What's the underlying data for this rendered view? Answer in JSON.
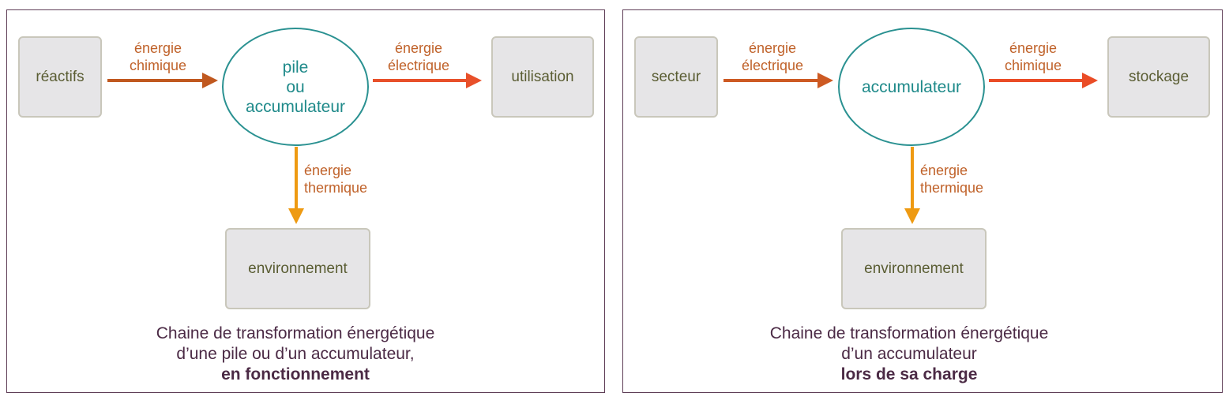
{
  "panels": [
    {
      "source_box": "réactifs",
      "center": [
        "pile",
        "ou",
        "accumulateur"
      ],
      "target_box": "utilisation",
      "env_box": "environnement",
      "in_label": [
        "énergie",
        "chimique"
      ],
      "out_label": [
        "énergie",
        "électrique"
      ],
      "down_label": [
        "énergie",
        "thermique"
      ],
      "caption": [
        "Chaine de transformation énergétique",
        "d’une pile ou d’un accumulateur,",
        "en fonctionnement"
      ]
    },
    {
      "source_box": "secteur",
      "center": [
        "accumulateur"
      ],
      "target_box": "stockage",
      "env_box": "environnement",
      "in_label": [
        "énergie",
        "électrique"
      ],
      "out_label": [
        "énergie",
        "chimique"
      ],
      "down_label": [
        "énergie",
        "thermique"
      ],
      "caption": [
        "Chaine de transformation énergétique",
        "d’un accumulateur",
        "lors de sa charge"
      ]
    }
  ],
  "colors": {
    "arrow_in_left": "#c0581f",
    "arrow_out_left": "#e8502a",
    "arrow_down": "#ee9a12",
    "arrow_in_right": "#cd5a23",
    "arrow_out_right": "#ea4c26"
  }
}
